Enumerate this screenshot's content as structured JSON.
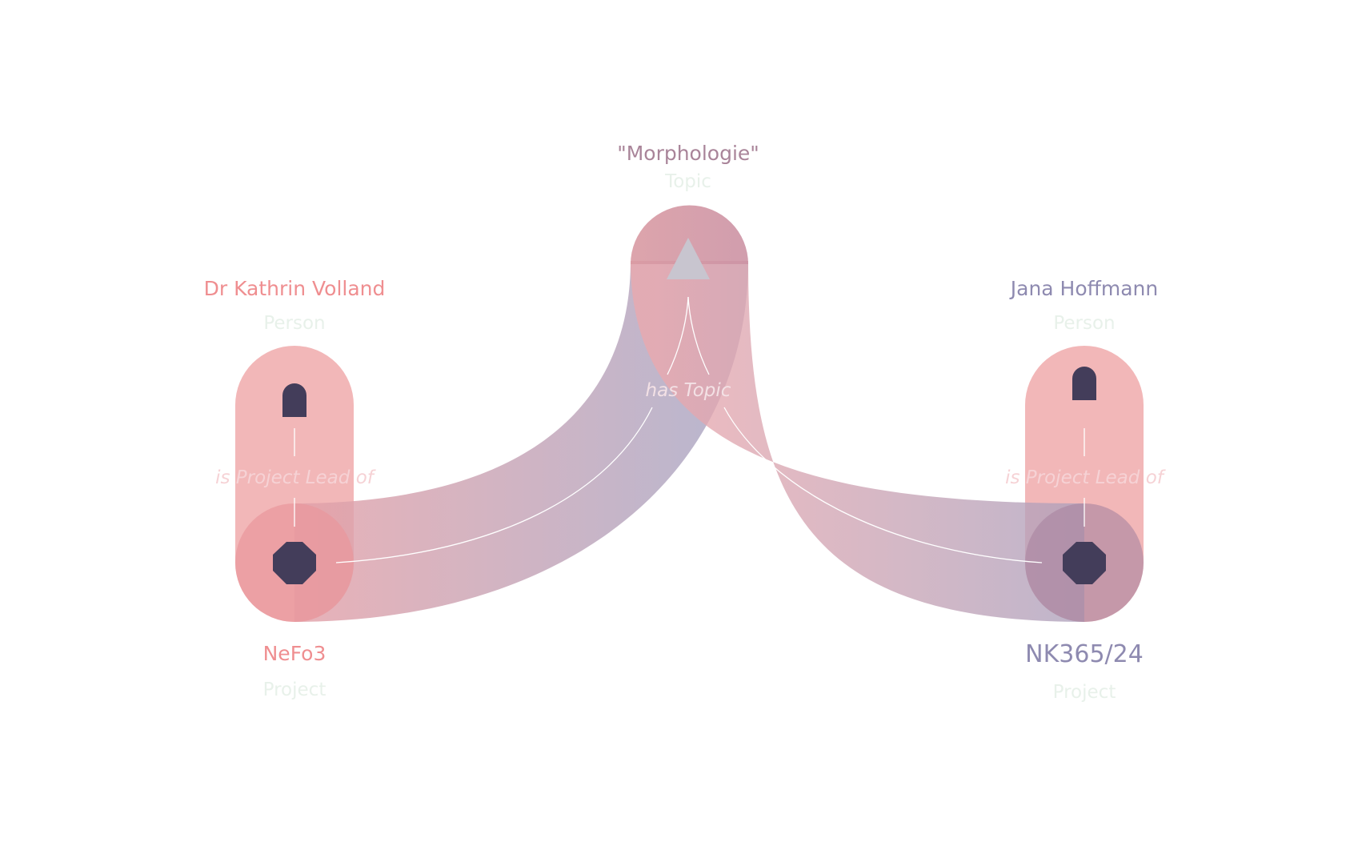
{
  "colors": {
    "pink": "#f0a3a5",
    "pink_dark": "#d6909c",
    "mauve": "#b7a6bd",
    "purple": "#9b93b3",
    "name_pink": "#ef8e90",
    "name_mauve": "#a98499",
    "name_purple": "#8e8ab0",
    "type_label": "#e8f1ea",
    "node_icon": "#433d5a",
    "topic_icon": "#c8c5cf",
    "edge_line": "#ffffff"
  },
  "nodes": {
    "topic": {
      "name": "\"Morphologie\"",
      "type": "Topic",
      "icon": "triangle-icon"
    },
    "person_left": {
      "name": "Dr Kathrin Volland",
      "type": "Person",
      "icon": "person-icon"
    },
    "person_right": {
      "name": "Jana Hoffmann",
      "type": "Person",
      "icon": "person-icon"
    },
    "project_left": {
      "name": "NeFo3",
      "type": "Project",
      "icon": "octagon-icon"
    },
    "project_right": {
      "name": "NK365/24",
      "type": "Project",
      "icon": "octagon-icon"
    }
  },
  "edges": {
    "lead_left": "is Project Lead of",
    "lead_right": "is Project Lead of",
    "topic_edge": "has Topic"
  }
}
